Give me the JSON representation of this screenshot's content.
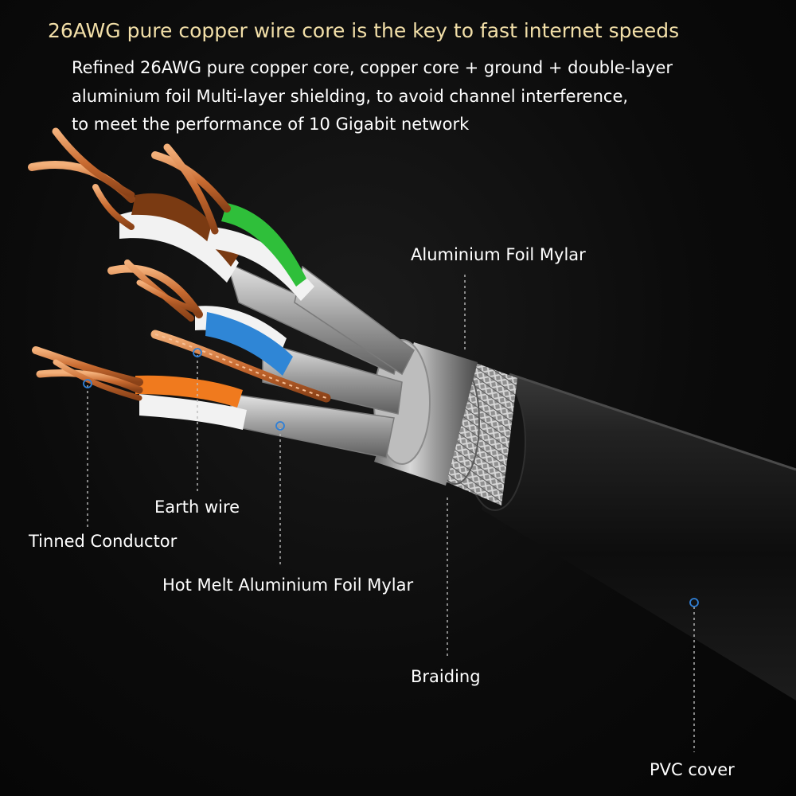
{
  "headline": "26AWG pure copper wire core is the key to fast internet speeds",
  "description": [
    "Refined 26AWG pure copper core, copper core + ground + double-layer",
    "aluminium foil Multi-layer shielding, to avoid channel interference,",
    "to meet the performance of 10 Gigabit network"
  ],
  "callouts": {
    "aluminium_foil_mylar": "Aluminium Foil Mylar",
    "earth_wire": "Earth wire",
    "tinned_conductor": "Tinned Conductor",
    "hot_melt_foil": "Hot Melt Aluminium Foil Mylar",
    "braiding": "Braiding",
    "pvc_cover": "PVC cover"
  },
  "colors": {
    "headline": "#f2dfa8",
    "text": "#ffffff",
    "callout_dot": "#2f7fd6",
    "copper": "#d9824a",
    "pair_brown": "#7a3a12",
    "pair_green": "#2fbf3a",
    "pair_blue": "#2f86d6",
    "pair_orange": "#f07a1e",
    "jacket": "#151515"
  }
}
